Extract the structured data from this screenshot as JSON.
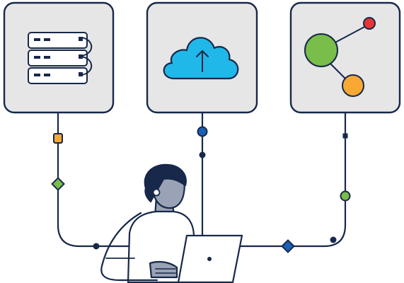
{
  "colors": {
    "outline": "#17284a",
    "card_fill": "#e6e6e6",
    "server_fill": "#ffffff",
    "cloud_fill": "#1fb8e8",
    "node_main": "#79bd4a",
    "node_red": "#e83434",
    "node_orange": "#f7a934",
    "connector_orange": "#f7a934",
    "connector_green": "#79bd4a",
    "connector_blue": "#1a5fb8",
    "skin": "#9aa3b5",
    "hair": "#17284a"
  },
  "cards": [
    {
      "id": "server",
      "icon": "server-stack-icon"
    },
    {
      "id": "cloud",
      "icon": "cloud-upload-icon"
    },
    {
      "id": "network",
      "icon": "network-nodes-icon"
    }
  ],
  "figure": {
    "icon": "person-with-laptop-icon"
  }
}
